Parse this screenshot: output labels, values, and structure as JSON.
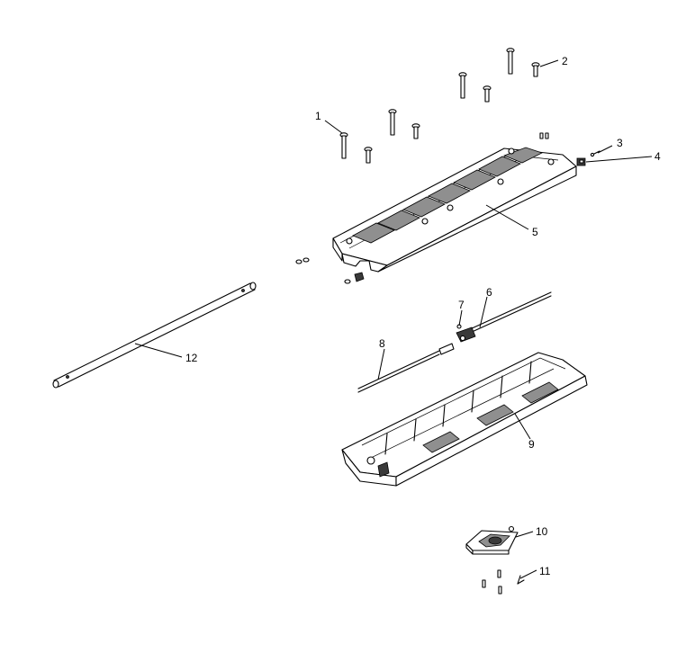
{
  "callouts": {
    "c1": "1",
    "c2": "2",
    "c3": "3",
    "c4": "4",
    "c5": "5",
    "c6": "6",
    "c7": "7",
    "c8": "8",
    "c9": "9",
    "c10": "10",
    "c11": "11",
    "c12": "12"
  },
  "colors": {
    "line": "#000000",
    "shade": "#8f8f8f",
    "background": "#ffffff"
  }
}
